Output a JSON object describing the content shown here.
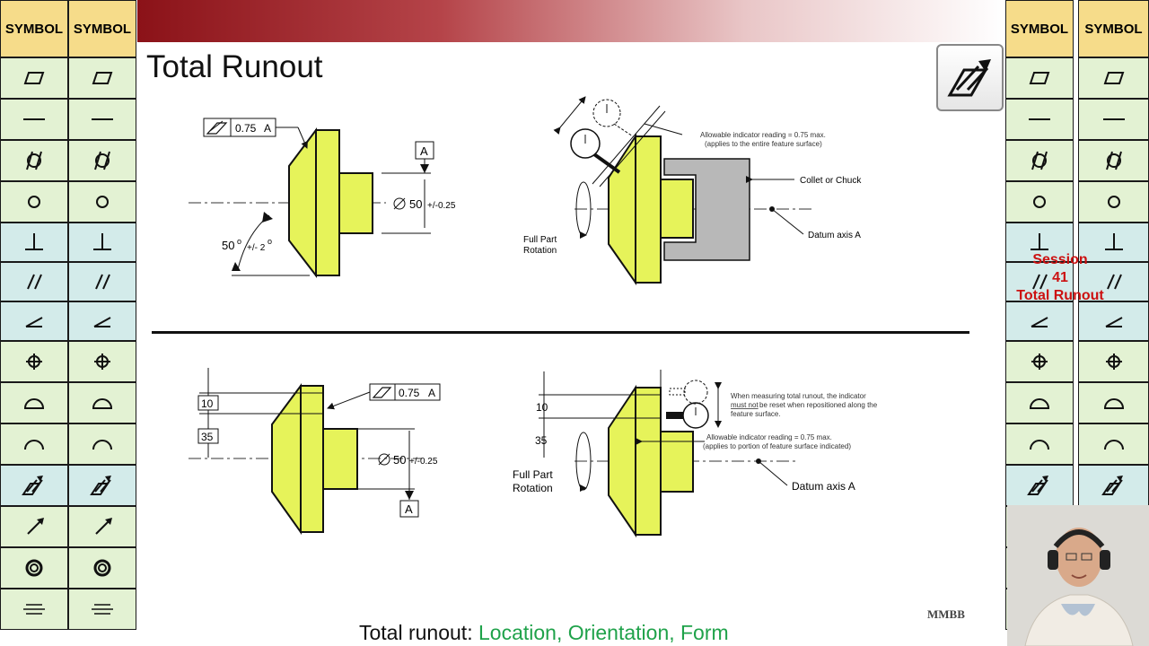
{
  "header": {
    "symbol_label": "SYMBOL"
  },
  "title": "Total Runout",
  "session": {
    "line1": "Session",
    "line2": "41",
    "line3": "Total Runout"
  },
  "caption": {
    "prefix": "Total runout:",
    "highlight": "Location, Orientation, Form"
  },
  "watermark": "MMBB",
  "symbols": [
    {
      "icon": "flatness-icon",
      "bg": "green"
    },
    {
      "icon": "straightness-icon",
      "bg": "green"
    },
    {
      "icon": "cylindricity-icon",
      "bg": "green"
    },
    {
      "icon": "circularity-icon",
      "bg": "green"
    },
    {
      "icon": "perpendicularity-icon",
      "bg": "blue"
    },
    {
      "icon": "parallelism-icon",
      "bg": "blue"
    },
    {
      "icon": "angularity-icon",
      "bg": "blue"
    },
    {
      "icon": "position-icon",
      "bg": "green"
    },
    {
      "icon": "profile-surface-icon",
      "bg": "green"
    },
    {
      "icon": "profile-line-icon",
      "bg": "green"
    },
    {
      "icon": "total-runout-icon",
      "bg": "blue"
    },
    {
      "icon": "circular-runout-icon",
      "bg": "green"
    },
    {
      "icon": "concentricity-icon",
      "bg": "green"
    },
    {
      "icon": "symmetry-icon",
      "bg": "green"
    }
  ],
  "top_left": {
    "fcf_value": "0.75",
    "fcf_datum": "A",
    "datum": "A",
    "dim": "50",
    "tol": "+/-0.25",
    "angle": "50",
    "angle_tol": "+/- 2"
  },
  "top_right": {
    "note1": "Allowable indicator reading = 0.75 max.",
    "note2": "(applies to the entire feature surface)",
    "collet": "Collet or Chuck",
    "datum_axis": "Datum axis A",
    "rotation1": "Full Part",
    "rotation2": "Rotation"
  },
  "bottom_left": {
    "dim10": "10",
    "dim35": "35",
    "fcf_value": "0.75",
    "fcf_datum": "A",
    "dim": "50",
    "tol": "+/-0.25",
    "datum": "A"
  },
  "bottom_right": {
    "dim10": "10",
    "dim35": "35",
    "note1": "When measuring total runout, the indicator",
    "note2a": "must not",
    "note2b": " be reset when repositioned along the",
    "note3": "feature surface.",
    "note4": "Allowable indicator reading = 0.75 max.",
    "note5": "(applies to portion of feature surface indicated)",
    "datum_axis": "Datum axis A",
    "rotation1": "Full Part",
    "rotation2": "Rotation"
  },
  "colors": {
    "part_fill": "#e6f35a",
    "banner": "#8b1218",
    "green_text": "#1fa24a",
    "session": "#cc1111"
  }
}
